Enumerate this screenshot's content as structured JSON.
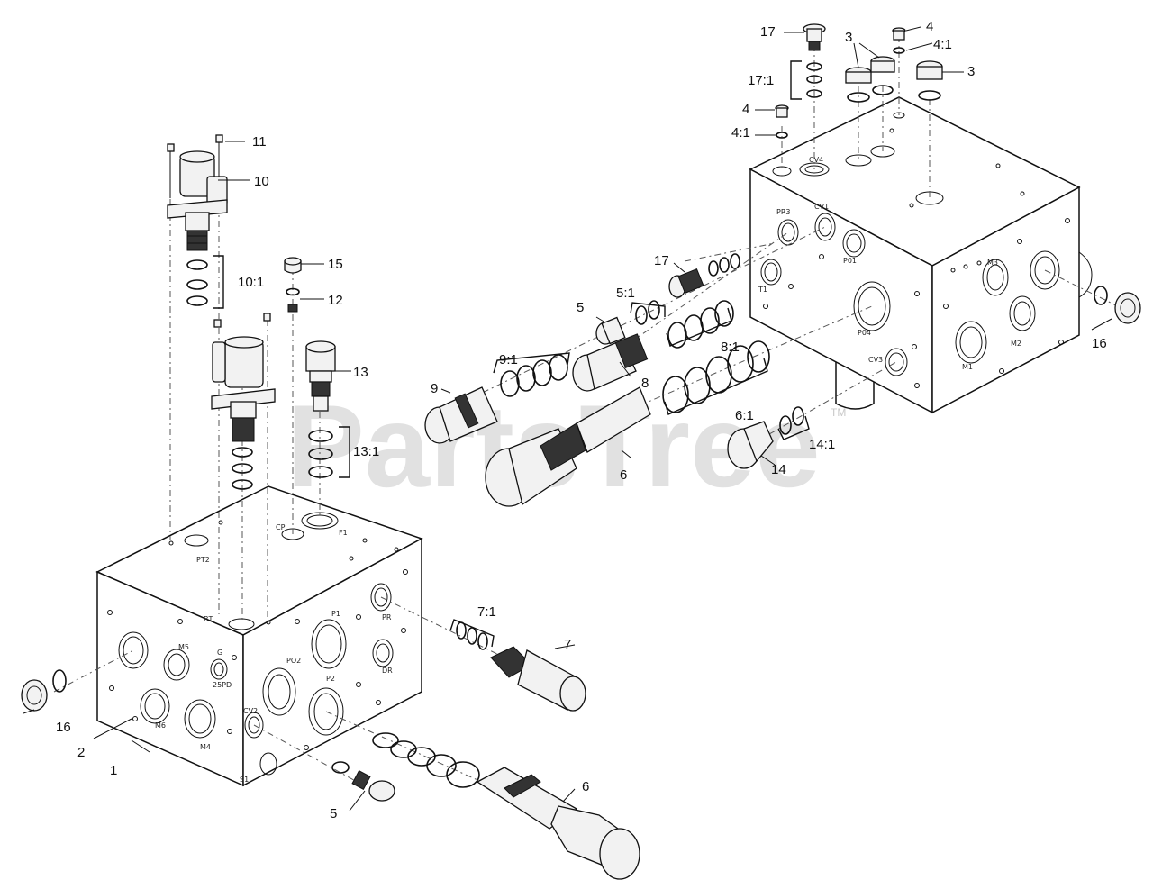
{
  "watermark": {
    "text": "PartsTree",
    "trademark": "TM"
  },
  "callouts": [
    {
      "id": "c1",
      "text": "1"
    },
    {
      "id": "c2",
      "text": "2"
    },
    {
      "id": "c3a",
      "text": "3"
    },
    {
      "id": "c3b",
      "text": "3"
    },
    {
      "id": "c4a",
      "text": "4"
    },
    {
      "id": "c4b",
      "text": "4"
    },
    {
      "id": "c41a",
      "text": "4:1"
    },
    {
      "id": "c41b",
      "text": "4:1"
    },
    {
      "id": "c5a",
      "text": "5"
    },
    {
      "id": "c5b",
      "text": "5"
    },
    {
      "id": "c51",
      "text": "5:1"
    },
    {
      "id": "c6a",
      "text": "6"
    },
    {
      "id": "c6b",
      "text": "6"
    },
    {
      "id": "c61",
      "text": "6:1"
    },
    {
      "id": "c7",
      "text": "7"
    },
    {
      "id": "c71",
      "text": "7:1"
    },
    {
      "id": "c8",
      "text": "8"
    },
    {
      "id": "c81",
      "text": "8:1"
    },
    {
      "id": "c9",
      "text": "9"
    },
    {
      "id": "c91",
      "text": "9:1"
    },
    {
      "id": "c10",
      "text": "10"
    },
    {
      "id": "c101",
      "text": "10:1"
    },
    {
      "id": "c11",
      "text": "11"
    },
    {
      "id": "c12",
      "text": "12"
    },
    {
      "id": "c13",
      "text": "13"
    },
    {
      "id": "c131",
      "text": "13:1"
    },
    {
      "id": "c14",
      "text": "14"
    },
    {
      "id": "c141",
      "text": "14:1"
    },
    {
      "id": "c15",
      "text": "15"
    },
    {
      "id": "c16a",
      "text": "16"
    },
    {
      "id": "c16b",
      "text": "16"
    },
    {
      "id": "c17a",
      "text": "17"
    },
    {
      "id": "c17b",
      "text": "17"
    },
    {
      "id": "c171",
      "text": "17:1"
    }
  ],
  "port_labels": {
    "left_block": {
      "m5": "M5",
      "m6": "M6",
      "m4": "M4",
      "g": "G",
      "g25pd": "25PD",
      "cv2": "CV2",
      "s1": "S1",
      "p1": "P1",
      "po2": "PO2",
      "p2": "P2",
      "pr": "PR",
      "dr": "DR",
      "pt2": "PT2",
      "f1": "F1",
      "bt": "BT",
      "cp": "CP"
    },
    "right_block": {
      "pr3": "PR3",
      "cv1": "CV1",
      "p01": "P01",
      "t1": "T1",
      "p04": "P04",
      "cv3": "CV3",
      "m1": "M1",
      "m2": "M2",
      "m3": "M3",
      "cv4": "CV4"
    }
  }
}
